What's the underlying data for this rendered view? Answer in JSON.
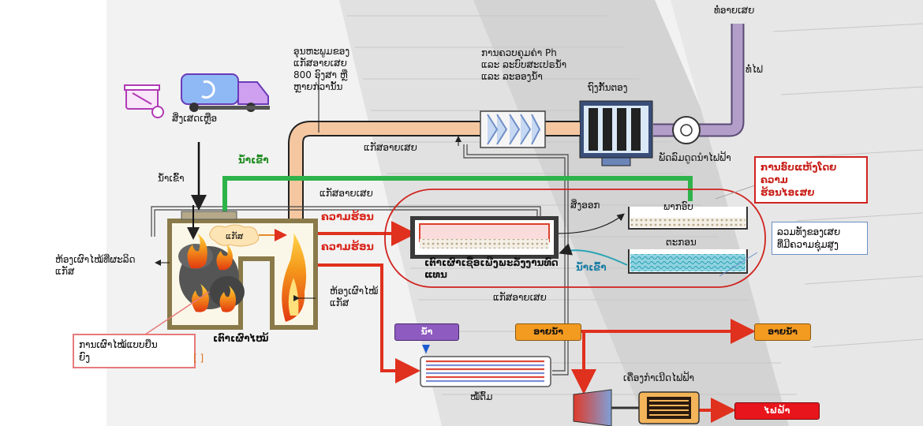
{
  "labels": {
    "exhaust_top": "ທໍ່ອາຍເສຍ",
    "chimney": "ທໍ່ໄຟ",
    "temp_note": "ອຸນຫະພູມຂອງ\nແກັສອາຍເສຍ\n800 ອົງສາ ຫຼື\nຫຼາຍກ່ວານັ້ນ",
    "ph_control": "ການຄວບຄຸມຄ່າ Ph\nແລະ ລະບົບສະເປຣນ້ຳ\nແລະ ລະອອງນ້ຳ",
    "bag_filter": "ຖົງກັ້ນຕອງ",
    "induced_fan": "ພັດລົມດູດນຳໄຟຟ້າ",
    "waste": "ສິ່ງເສດເຫຼືອ",
    "water_in_1": "ນ້ຳເຂົ້າ",
    "water_in_2": "ນ້ຳເຂົ້າ",
    "water_in_3": "ນ້ຳເຂົ້າ",
    "exhaust_gas_1": "ແກັສອາຍເສຍ",
    "exhaust_gas_2": "ແກັສອາຍເສຍ",
    "exhaust_gas_3": "ແກັສອາຍເສຍ",
    "heat_1": "ຄວາມຮ້ອນ",
    "heat_2": "ຄວາມຮ້ອນ",
    "gas": "ແກັສ",
    "gasification_chamber": "ຫ້ອງເຜົາໄໝ້ທີ່ຜະລິດ\nແກັສ",
    "gas_combustion_chamber": "ຫ້ອງເຜົາໄໝ້\nແກັສ",
    "incinerator": "ເຕົາເຜົາໄໝ້",
    "partial_combustion": "ການເຜົາໄໝ້ແບບຍືນ\nຍົງ",
    "bracket_note": "[ ]",
    "dryer": "ເຕົາເຜົາເຊື້ອເພີງພະລັງງານທົດ\nແທນ",
    "output": "ສິ່ງອອກ",
    "drying_section": "ການອົບແຫ້ງໂດຍຄວາມ\nຮ້ອນໄອເສຍ",
    "dry_part": "ພາກອົບ",
    "sediment": "ຕະກອນ",
    "humid_note": "ລວມທັງຂອງເສຍ\nທີ່ມີຄວາມຊຸ່ມສູງ",
    "water_tag": "ນ້ຳ",
    "steam_tag_1": "ອາຍນ້ຳ",
    "steam_tag_2": "ອາຍນ້ຳ",
    "boiler": "ໝໍ້ຕົ້ມ",
    "generator": "ເຄື່ອງກຳເນີດໄຟຟ້າ",
    "electricity": "ໄຟຟ້າ"
  },
  "colors": {
    "exhaust_pipe": "#f5c7a1",
    "chimney_pipe": "#b29ec9",
    "green_water": "#2db34a",
    "heat_red": "#e0301e",
    "steam_tag": "#f39a21",
    "water_tag": "#8e5bc0",
    "electricity_tag": "#e8151c",
    "teal_water": "#2aa3b5"
  },
  "icons": [
    "trash-bin-icon",
    "garbage-truck-icon",
    "fire-icon",
    "fan-icon",
    "filter-icon"
  ]
}
